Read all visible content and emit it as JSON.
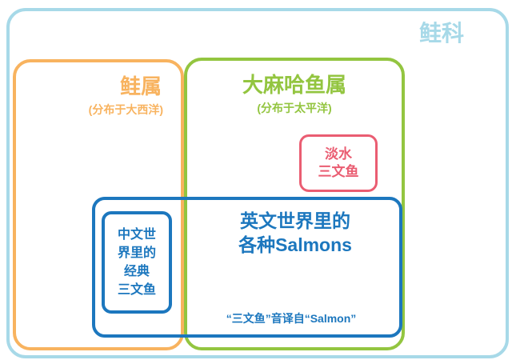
{
  "colors": {
    "family": "#a7d9e8",
    "salmo": "#f8b35f",
    "oncorhynchus": "#93c540",
    "freshwater": "#ea5d72",
    "salmons": "#1c77be"
  },
  "family": {
    "label": "鲑科"
  },
  "salmo": {
    "label": "鲑属",
    "subtitle": "(分布于大西洋)"
  },
  "oncorhynchus": {
    "label": "大麻哈鱼属",
    "subtitle": "(分布于太平洋)"
  },
  "freshwater": {
    "lines": [
      "淡水",
      "三文鱼"
    ]
  },
  "salmons": {
    "title_lines": [
      "英文世界里的",
      "各种Salmons"
    ],
    "note": "“三文鱼”音译自“Salmon”"
  },
  "classic": {
    "lines": [
      "中文世",
      "界里的",
      "经典",
      "三文鱼"
    ]
  }
}
